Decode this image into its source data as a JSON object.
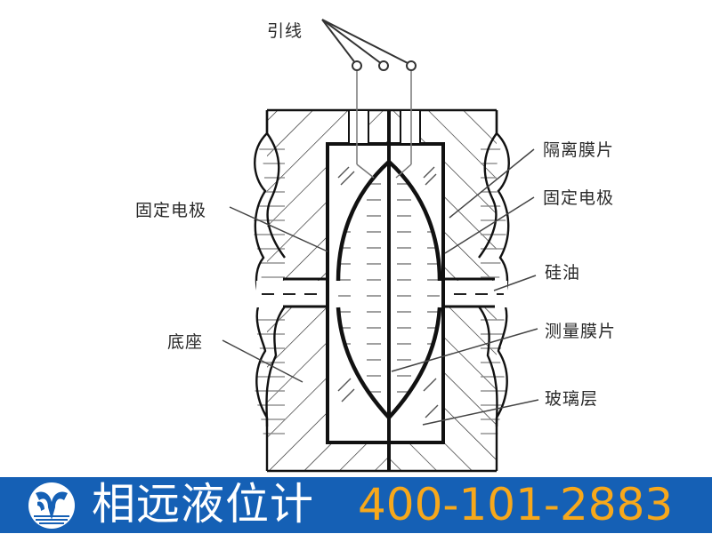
{
  "diagram": {
    "title": "Capacitive differential pressure sensor cross-section",
    "labels": {
      "lead_wire": "引线",
      "isolation_diaphragm": "隔离膜片",
      "fixed_electrode_right": "固定电极",
      "fixed_electrode_left": "固定电极",
      "silicone_oil": "硅油",
      "base": "底座",
      "measuring_diaphragm": "测量膜片",
      "glass_layer": "玻璃层"
    }
  },
  "banner": {
    "brand_name": "相远液位计",
    "phone": "400-101-2883",
    "logo_icon": "xiangyuan-logo-icon",
    "colors": {
      "background": "#1560b5",
      "brand_text": "#ffffff",
      "phone_text": "#f7a81b"
    }
  }
}
